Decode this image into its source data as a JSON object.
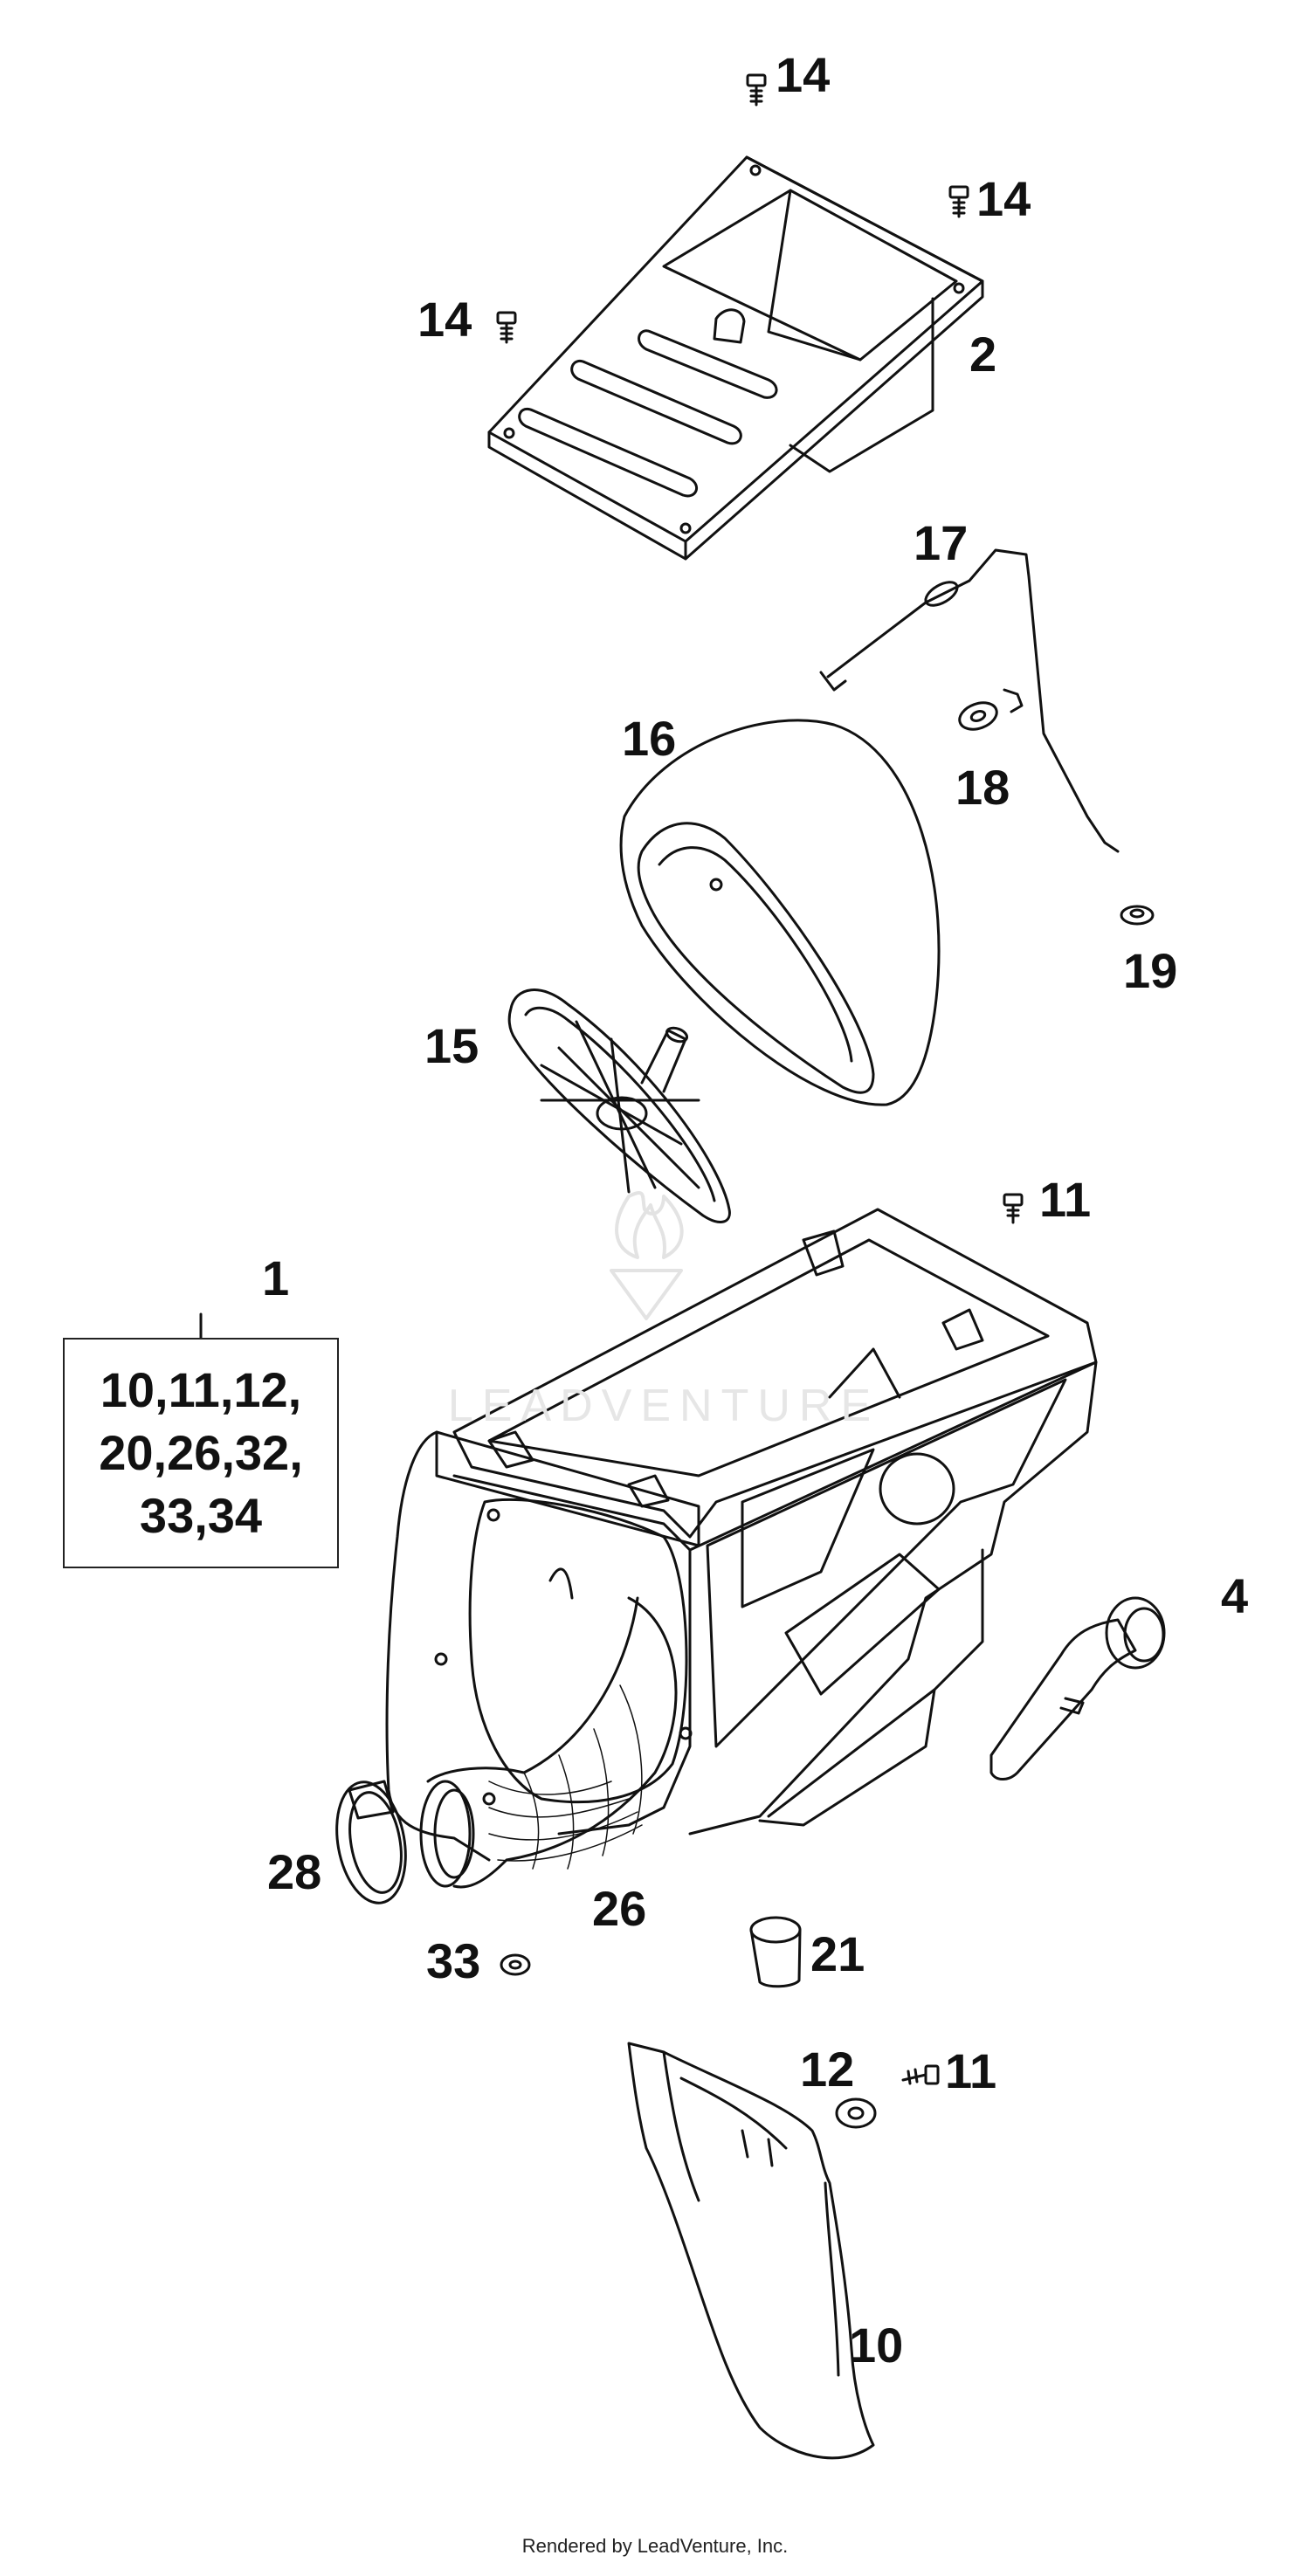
{
  "callouts": {
    "c14_top": "14",
    "c14_right": "14",
    "c14_left": "14",
    "c2": "2",
    "c17": "17",
    "c16": "16",
    "c18": "18",
    "c19": "19",
    "c15": "15",
    "c11_upper": "11",
    "c1": "1",
    "c4": "4",
    "c28": "28",
    "c26": "26",
    "c33": "33",
    "c21": "21",
    "c12": "12",
    "c11_lower": "11",
    "c10": "10"
  },
  "kit_box": {
    "line1": "10,11,12,",
    "line2": "20,26,32,",
    "line3": "33,34"
  },
  "watermark": "LEADVENTURE",
  "footer": "Rendered by LeadVenture, Inc."
}
